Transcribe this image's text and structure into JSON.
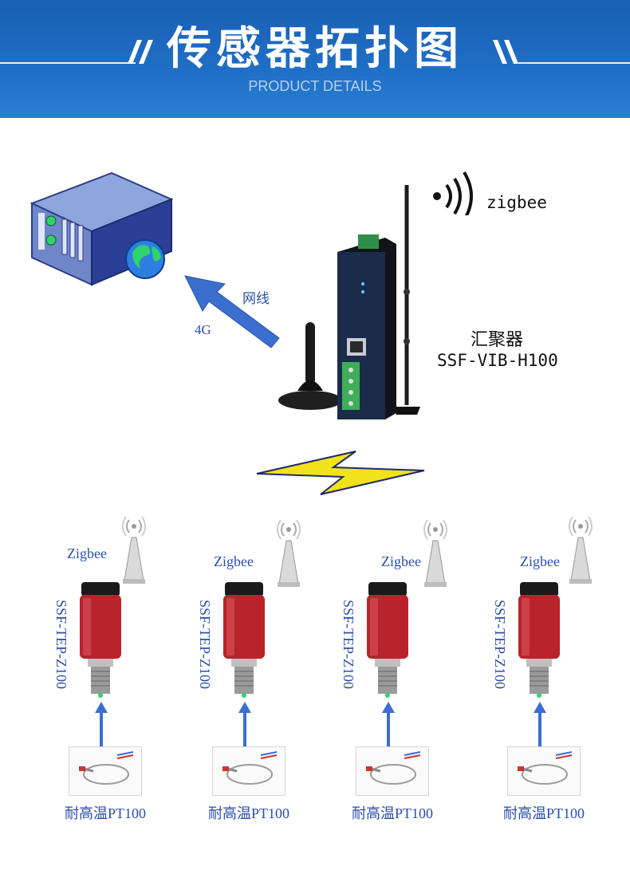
{
  "header": {
    "title": "传感器拓扑图",
    "subtitle": "PRODUCT DETAILS"
  },
  "gateway": {
    "network_label": "网线",
    "cellular_label": "4G",
    "wireless_label": "zigbee",
    "name": "汇聚器",
    "model": "SSF-VIB-H100"
  },
  "nodes": [
    {
      "wireless_label": "Zigbee",
      "sensor_model": "SSF-TEP-Z100",
      "probe_label": "耐高温PT100"
    },
    {
      "wireless_label": "Zigbee",
      "sensor_model": "SSF-TEP-Z100",
      "probe_label": "耐高温PT100"
    },
    {
      "wireless_label": "Zigbee",
      "sensor_model": "SSF-TEP-Z100",
      "probe_label": "耐高温PT100"
    },
    {
      "wireless_label": "Zigbee",
      "sensor_model": "SSF-TEP-Z100",
      "probe_label": "耐高温PT100"
    }
  ],
  "colors": {
    "banner": "#1f6fc6",
    "label_blue": "#2a4fa8",
    "arrow_blue": "#3a6fd0",
    "sensor_red": "#b8232c",
    "lightning_yellow": "#f2e21a"
  }
}
